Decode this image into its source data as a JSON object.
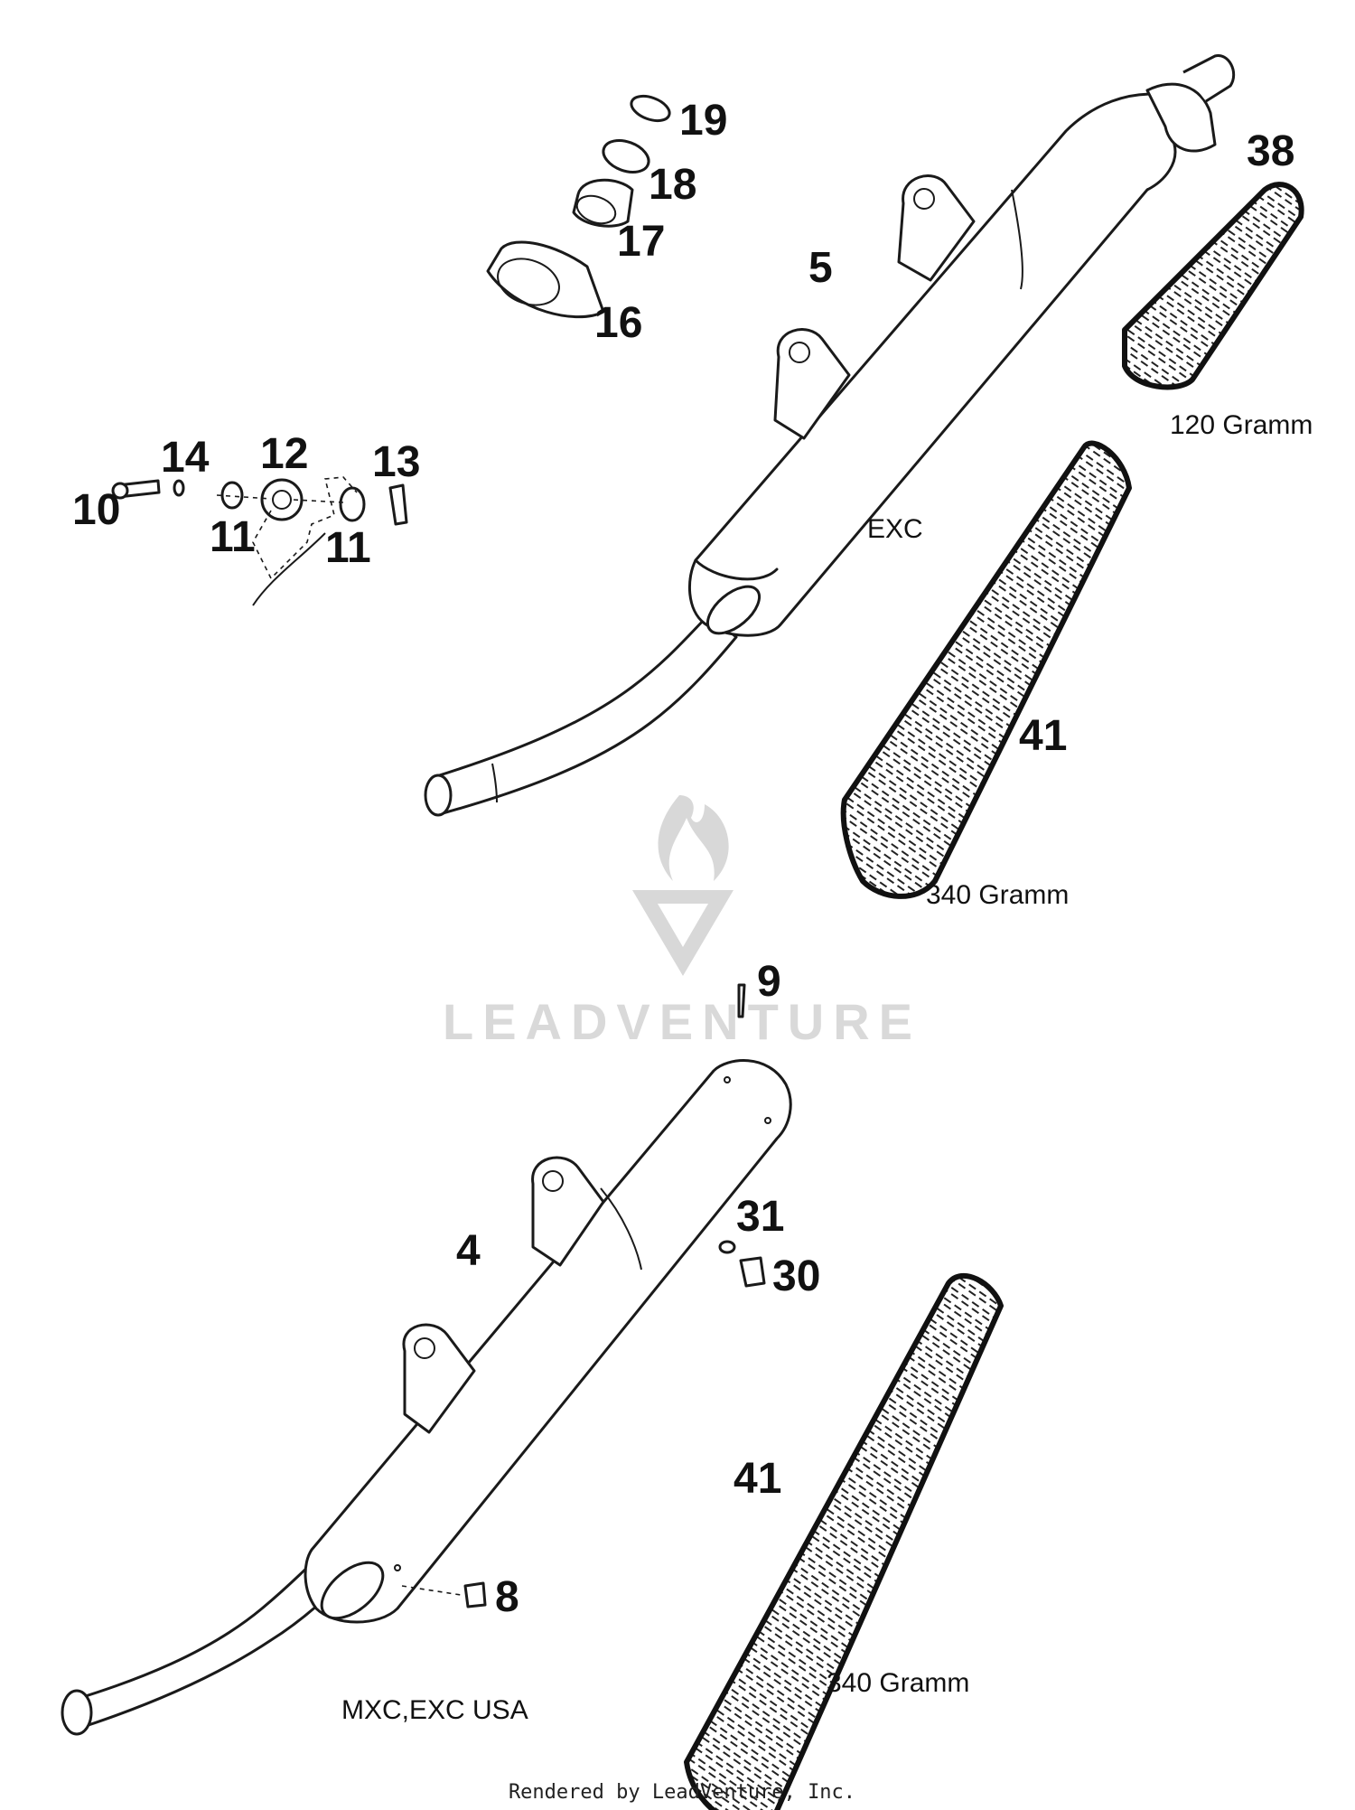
{
  "watermark": {
    "text": "LEADVENTURE"
  },
  "credit": "Rendered by LeadVenture, Inc.",
  "callouts": {
    "c19": "19",
    "c18": "18",
    "c17": "17",
    "c16": "16",
    "c38": "38",
    "c5": "5",
    "c14": "14",
    "c12": "12",
    "c13": "13",
    "c10": "10",
    "c11a": "11",
    "c11b": "11",
    "c41a": "41",
    "c9": "9",
    "c31": "31",
    "c30": "30",
    "c4": "4",
    "c41b": "41",
    "c8": "8"
  },
  "notes": {
    "exc": "EXC",
    "pad_small_weight": "120 Gramm",
    "pad_large_weight_top": "340 Gramm",
    "pad_large_weight_bottom": "340 Gramm",
    "variant_bottom": "MXC,EXC USA"
  }
}
